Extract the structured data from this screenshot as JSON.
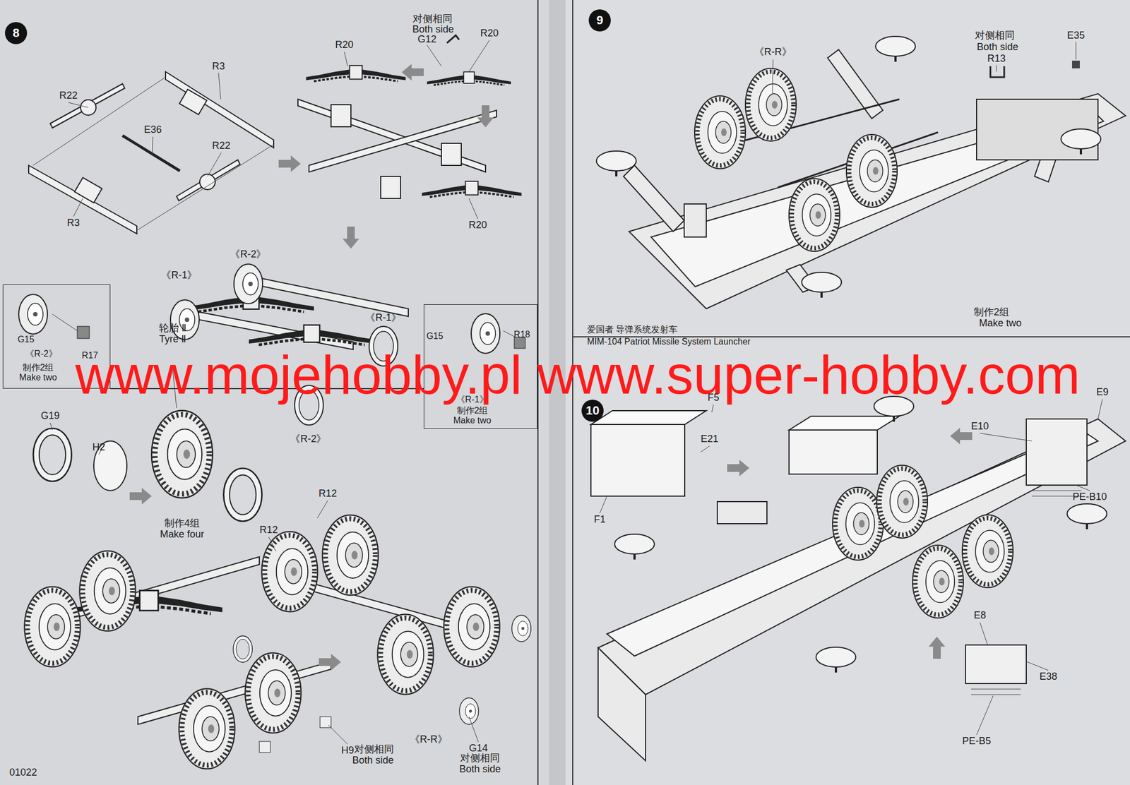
{
  "diagram": {
    "nodes": [
      {
        "text": [
          "8"
        ]
      },
      {
        "text": [
          "G15",
          "《R-2》",
          "R17",
          "制作2组",
          "Make two"
        ]
      },
      {
        "text": [
          "G15",
          "R18",
          "《R-1》",
          "制作2组",
          "Make two"
        ]
      },
      {
        "text": [
          "9"
        ]
      },
      {
        "text": [
          "10"
        ]
      }
    ],
    "labels": [
      "R22",
      "R3",
      "E36",
      "R22",
      "R3",
      "R20",
      "对侧相同",
      "Both side",
      "G12",
      "R20",
      "R20",
      "《R-1》",
      "《R-2》",
      "《R-1》",
      "《R-2》",
      "Tyre Ⅱ",
      "轮胎 Ⅱ",
      "G19",
      "H2",
      "制作4组",
      "Make four",
      "R12",
      "R12",
      "H9",
      "对侧相同",
      "Both side",
      "《R-R》",
      "G14",
      "对侧相同",
      "Both side",
      "01022",
      "《R-R》",
      "对侧相同",
      "Both side",
      "R13",
      "E35",
      "制作2组",
      "Make two",
      "爱国者 导弹系统发射车",
      "MIM-104 Patriot Missile System Launcher",
      "F5",
      "E21",
      "F1",
      "E9",
      "E10",
      "PE-B10",
      "E8",
      "E38",
      "PE-B5",
      "www.mojehobby.pl www.super-hobby.com"
    ]
  }
}
